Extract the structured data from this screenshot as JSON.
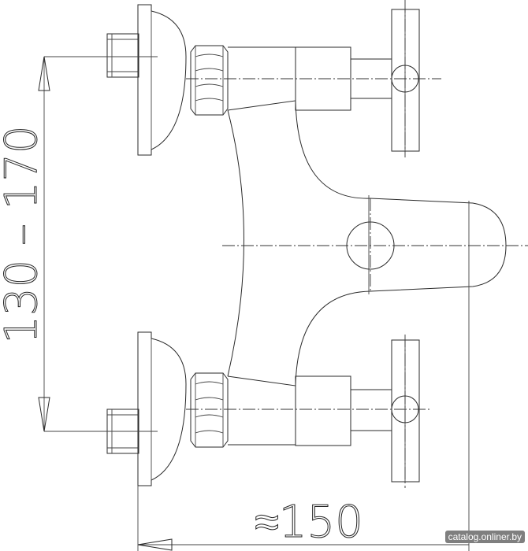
{
  "dimensions": {
    "height_label": "130 – 170",
    "width_label": "≈150"
  },
  "watermark": "catalog.onliner.by"
}
